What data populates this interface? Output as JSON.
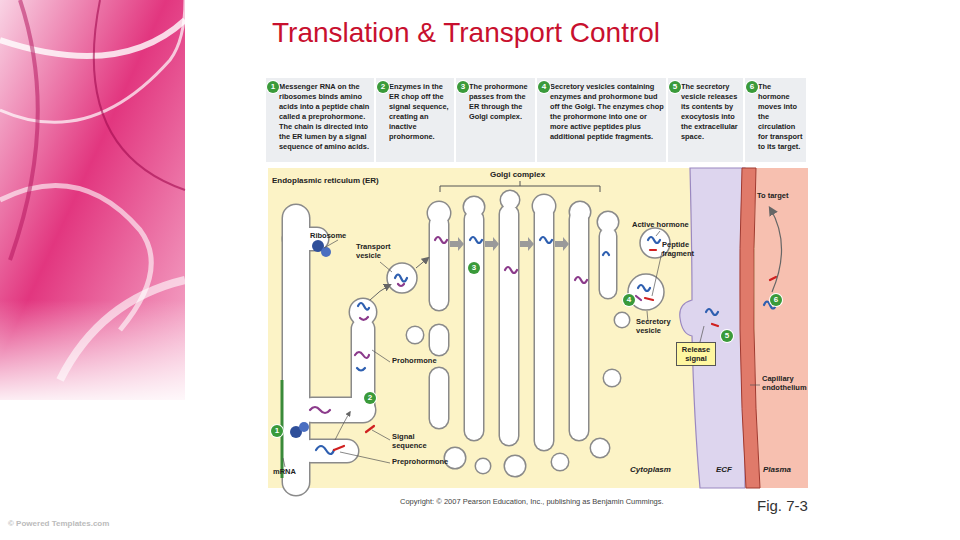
{
  "diagram": {
    "title": "Translation & Transport Control",
    "nodes": [
      {
        "text": [
          "Messenger RNA on the ribosomes binds amino acids into a peptide chain called a preprohormone. The chain is directed into the ER lumen by a signal sequence of amino acids."
        ]
      },
      {
        "text": [
          "Enzymes in the ER chop off the signal sequence, creating an inactive prohormone."
        ]
      },
      {
        "text": [
          "The prohormone passes from the ER through the Golgi complex."
        ]
      },
      {
        "text": [
          "Secretory vesicles containing enzymes and prohormone bud off the Golgi. The enzymes chop the prohormone into one or more active peptides plus additional peptide fragments."
        ]
      },
      {
        "text": [
          "The secretory vesicle releases its contents by exocytosis into the extracellular space."
        ]
      },
      {
        "text": [
          "The hormone moves into the circulation for transport to its target."
        ]
      },
      {
        "text": [
          "Release signal"
        ]
      }
    ],
    "labels": [
      "1",
      "2",
      "3",
      "4",
      "5",
      "6",
      "Endoplasmic reticulum (ER)",
      "Golgi complex",
      "Ribosome",
      "Transport vesicle",
      "3",
      "Active hormone",
      "Peptide fragment",
      "To target",
      "4",
      "Secretory vesicle",
      "5",
      "6",
      "Prohormone",
      "2",
      "Capillary endothelium",
      "1",
      "Signal sequence",
      "Preprohormone",
      "mRNA",
      "Cytoplasm",
      "ECF",
      "Plasma",
      "Copyright: © 2007 Pearson Education, Inc., publishing as Benjamin Cummings.",
      "Fig. 7-3",
      "© Powered Templates.com"
    ]
  }
}
